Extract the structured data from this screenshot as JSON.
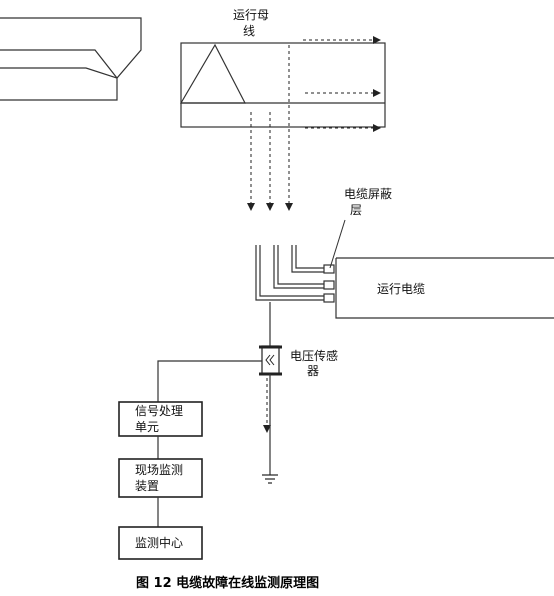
{
  "labels": {
    "busbar_line1": "运行母",
    "busbar_line2": "线",
    "shield_line1": "电缆屏蔽",
    "shield_line2": "层",
    "cable": "运行电缆",
    "sensor_line1": "电压传感",
    "sensor_line2": "器"
  },
  "boxes": {
    "signal_line1": "信号处理",
    "signal_line2": "单元",
    "field_line1": "现场监测",
    "field_line2": "装置",
    "center": "监测中心"
  },
  "caption": "图 12 电缆故障在线监测原理图"
}
